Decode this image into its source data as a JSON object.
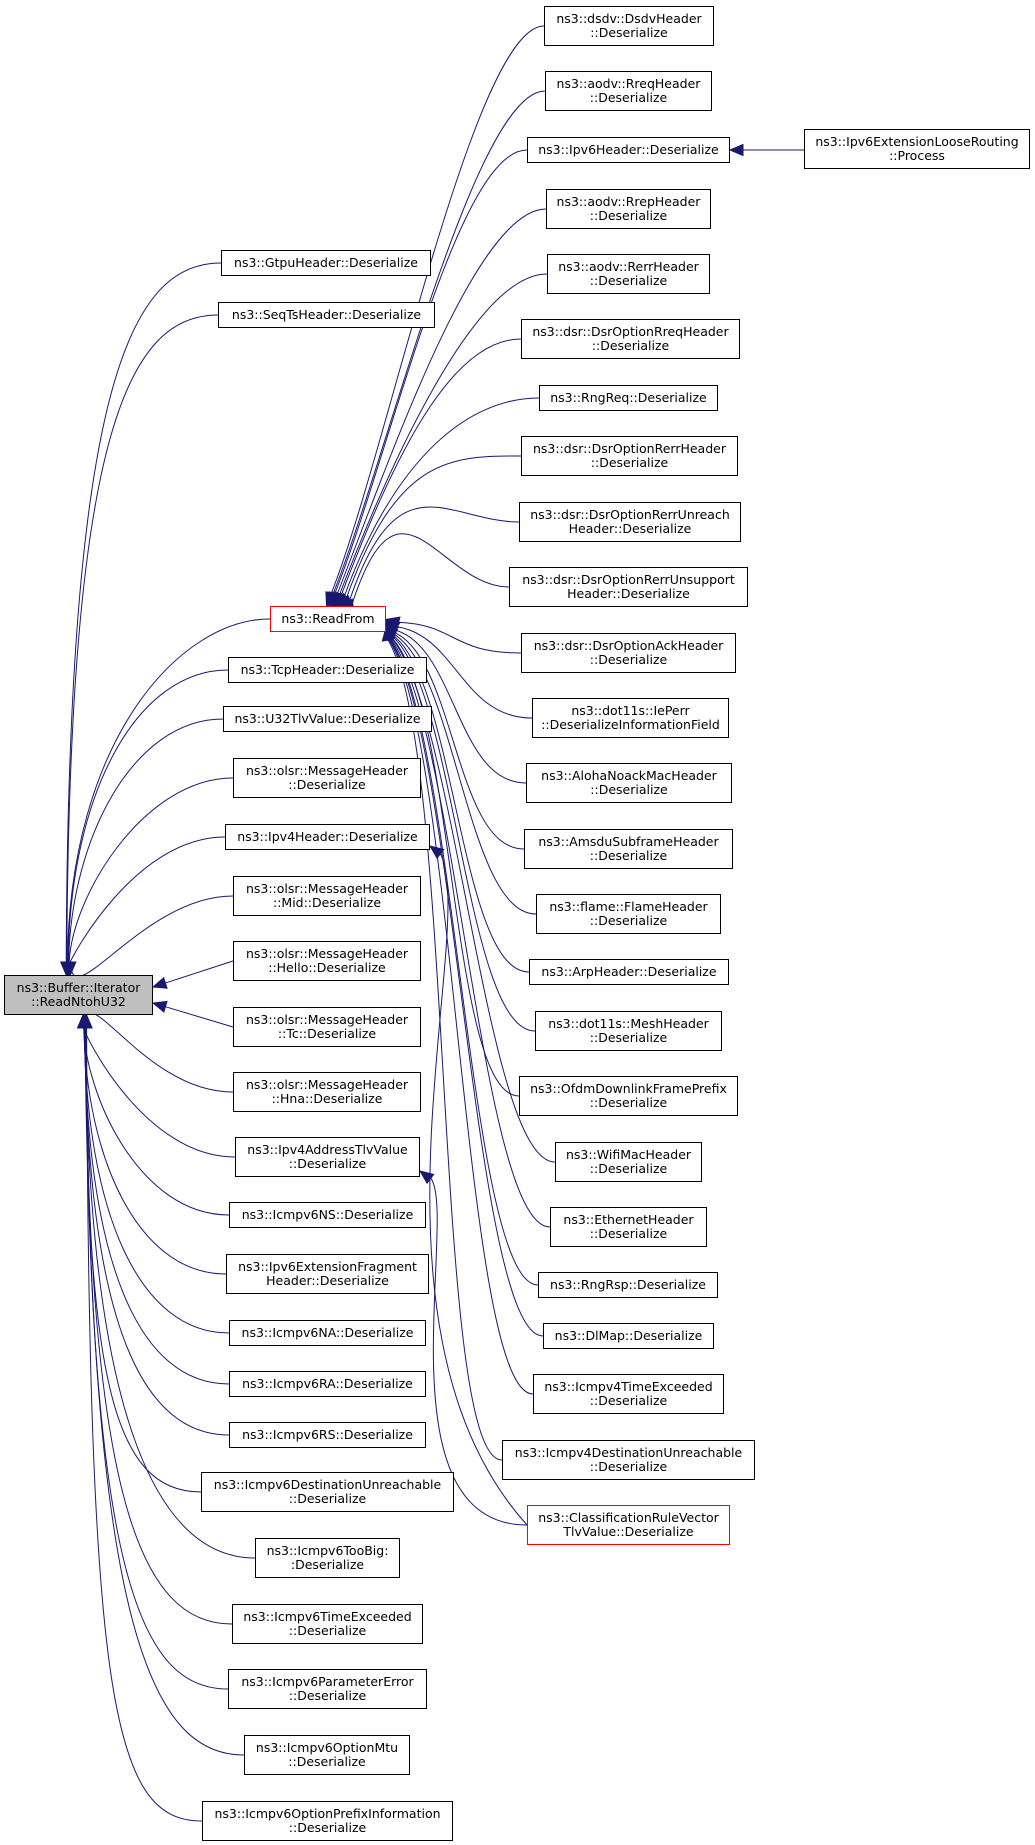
{
  "graph": {
    "edge_color": "#191970",
    "root_fill": "#bfbfbf",
    "highlight_border": "#ff0000",
    "nodes": {
      "root": [
        "ns3::Buffer::Iterator",
        "::ReadNtohU32"
      ],
      "gtpu": [
        "ns3::GtpuHeader::Deserialize"
      ],
      "seqts": [
        "ns3::SeqTsHeader::Deserialize"
      ],
      "readfrom": [
        "ns3::ReadFrom"
      ],
      "tcp": [
        "ns3::TcpHeader::Deserialize"
      ],
      "u32tlv": [
        "ns3::U32TlvValue::Deserialize"
      ],
      "olsrmsg": [
        "ns3::olsr::MessageHeader",
        "::Deserialize"
      ],
      "ipv4hdr": [
        "ns3::Ipv4Header::Deserialize"
      ],
      "olsrmid": [
        "ns3::olsr::MessageHeader",
        "::Mid::Deserialize"
      ],
      "olsrhello": [
        "ns3::olsr::MessageHeader",
        "::Hello::Deserialize"
      ],
      "olsrtc": [
        "ns3::olsr::MessageHeader",
        "::Tc::Deserialize"
      ],
      "olsrhna": [
        "ns3::olsr::MessageHeader",
        "::Hna::Deserialize"
      ],
      "ipv4addrtlv": [
        "ns3::Ipv4AddressTlvValue",
        "::Deserialize"
      ],
      "icmpv6ns": [
        "ns3::Icmpv6NS::Deserialize"
      ],
      "ipv6extfrag": [
        "ns3::Ipv6ExtensionFragment",
        "Header::Deserialize"
      ],
      "icmpv6na": [
        "ns3::Icmpv6NA::Deserialize"
      ],
      "icmpv6ra": [
        "ns3::Icmpv6RA::Deserialize"
      ],
      "icmpv6rs": [
        "ns3::Icmpv6RS::Deserialize"
      ],
      "icmpv6du": [
        "ns3::Icmpv6DestinationUnreachable",
        "::Deserialize"
      ],
      "icmpv6toobig": [
        "ns3::Icmpv6TooBig:",
        ":Deserialize"
      ],
      "icmpv6te": [
        "ns3::Icmpv6TimeExceeded",
        "::Deserialize"
      ],
      "icmpv6pe": [
        "ns3::Icmpv6ParameterError",
        "::Deserialize"
      ],
      "icmpv6mtu": [
        "ns3::Icmpv6OptionMtu",
        "::Deserialize"
      ],
      "icmpv6prefix": [
        "ns3::Icmpv6OptionPrefixInformation",
        "::Deserialize"
      ],
      "dsdv": [
        "ns3::dsdv::DsdvHeader",
        "::Deserialize"
      ],
      "aodvrreq": [
        "ns3::aodv::RreqHeader",
        "::Deserialize"
      ],
      "ipv6hdr": [
        "ns3::Ipv6Header::Deserialize"
      ],
      "ipv6loose": [
        "ns3::Ipv6ExtensionLooseRouting",
        "::Process"
      ],
      "aodvrrep": [
        "ns3::aodv::RrepHeader",
        "::Deserialize"
      ],
      "aodvrerr": [
        "ns3::aodv::RerrHeader",
        "::Deserialize"
      ],
      "dsrrreq": [
        "ns3::dsr::DsrOptionRreqHeader",
        "::Deserialize"
      ],
      "rngreq": [
        "ns3::RngReq::Deserialize"
      ],
      "dsrrerr": [
        "ns3::dsr::DsrOptionRerrHeader",
        "::Deserialize"
      ],
      "dsrrerrunreach": [
        "ns3::dsr::DsrOptionRerrUnreach",
        "Header::Deserialize"
      ],
      "dsrrerrunsupport": [
        "ns3::dsr::DsrOptionRerrUnsupport",
        "Header::Deserialize"
      ],
      "dsrack": [
        "ns3::dsr::DsrOptionAckHeader",
        "::Deserialize"
      ],
      "dot11sieperr": [
        "ns3::dot11s::IePerr",
        "::DeserializeInformationField"
      ],
      "aloha": [
        "ns3::AlohaNoackMacHeader",
        "::Deserialize"
      ],
      "amsdu": [
        "ns3::AmsduSubframeHeader",
        "::Deserialize"
      ],
      "flame": [
        "ns3::flame::FlameHeader",
        "::Deserialize"
      ],
      "arp": [
        "ns3::ArpHeader::Deserialize"
      ],
      "dot11smesh": [
        "ns3::dot11s::MeshHeader",
        "::Deserialize"
      ],
      "ofdm": [
        "ns3::OfdmDownlinkFramePrefix",
        "::Deserialize"
      ],
      "wifimac": [
        "ns3::WifiMacHeader",
        "::Deserialize"
      ],
      "ethernet": [
        "ns3::EthernetHeader",
        "::Deserialize"
      ],
      "rngrsp": [
        "ns3::RngRsp::Deserialize"
      ],
      "dlmap": [
        "ns3::DlMap::Deserialize"
      ],
      "icmpv4te": [
        "ns3::Icmpv4TimeExceeded",
        "::Deserialize"
      ],
      "icmpv4du": [
        "ns3::Icmpv4DestinationUnreachable",
        "::Deserialize"
      ],
      "classrule": [
        "ns3::ClassificationRuleVector",
        "TlvValue::Deserialize"
      ]
    }
  }
}
